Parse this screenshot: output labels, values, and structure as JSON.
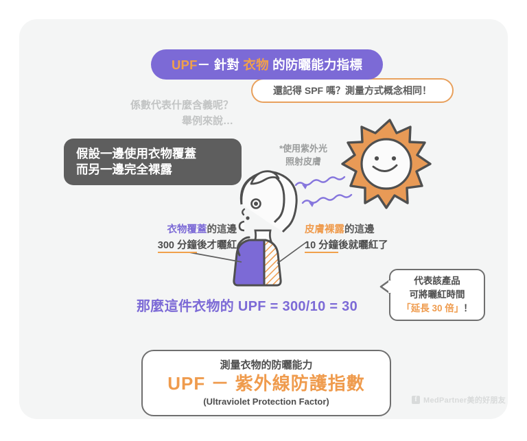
{
  "card": {
    "background": "#f4f5f5"
  },
  "colors": {
    "purple": "#7c6ad6",
    "orange": "#ef9b4d",
    "dark_grey": "#5e5e5e",
    "light_grey": "#c2c4c4"
  },
  "title": {
    "prefix": "UPF",
    "dash": "－",
    "part1": "針對",
    "highlight": "衣物",
    "part2": "的防曬能力指標",
    "full": "UPF － 針對 衣物 的防曬能力指標"
  },
  "spf_bubble": {
    "text": "還記得 SPF 嗎？測量方式概念相同！"
  },
  "question": {
    "line1": "係數代表什麼含義呢？",
    "line2": "舉例來說…"
  },
  "dark_box": {
    "line1": "假設一邊使用衣物覆蓋",
    "line2": "而另一邊完全裸露"
  },
  "uv_note": {
    "line1": "*使用紫外光",
    "line2": "照射皮膚"
  },
  "label_covered": {
    "keyword": "衣物覆蓋",
    "suffix": "的這邊",
    "underlined": "300 分鐘",
    "rest": "後才曬紅"
  },
  "label_exposed": {
    "keyword": "皮膚裸露",
    "suffix": "的這邊",
    "underlined": "10 分鐘",
    "rest": "後就曬紅了"
  },
  "formula": {
    "text": "那麼這件衣物的 UPF = 300/10 = 30"
  },
  "callout": {
    "line1": "代表該產品",
    "line2": "可將曬紅時間",
    "line3_highlight": "「延長 30 倍」",
    "line3_suffix": "！"
  },
  "bottom_box": {
    "subtitle": "測量衣物的防曬能力",
    "title": "UPF － 紫外線防護指數",
    "english": "(Ultraviolet Protection Factor)"
  },
  "watermark": {
    "icon": "facebook-icon",
    "icon_glyph": "f",
    "text": "MedPartner美的好朋友"
  },
  "illustration": {
    "sun": "sun-face-icon",
    "person": "person-half-covered-illustration",
    "uv_rays": "uv-squiggly-arrows"
  }
}
